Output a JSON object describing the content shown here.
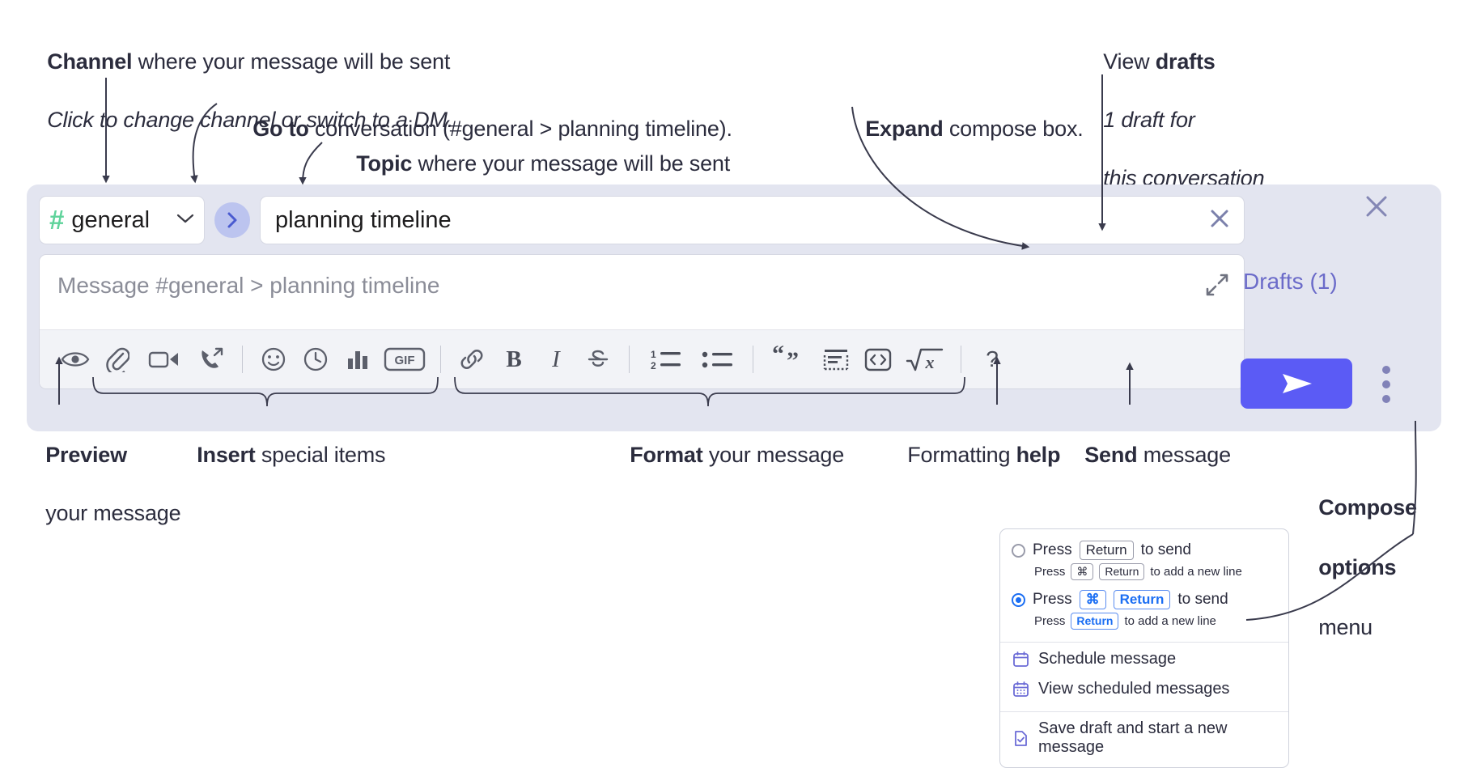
{
  "annotations": {
    "channel": {
      "bold": "Channel",
      "rest": " where your message will be sent",
      "italic": "Click to change channel or switch to a DM."
    },
    "goto": {
      "bold": "Go to",
      "rest": " conversation (#general > planning timeline)."
    },
    "topic": {
      "bold": "Topic",
      "rest": " where your message will be sent"
    },
    "expand": {
      "bold": "Expand",
      "rest": " compose box."
    },
    "drafts": {
      "bold_lead": "View ",
      "bold": "drafts",
      "italic_line1": "1 draft for",
      "italic_line2": "this conversation"
    },
    "preview": {
      "bold": "Preview",
      "rest": "your message"
    },
    "insert": {
      "bold": "Insert",
      "rest": " special items"
    },
    "format": {
      "bold": "Format",
      "rest": " your message"
    },
    "help": {
      "lead": "Formatting ",
      "bold": "help"
    },
    "send": {
      "bold": "Send",
      "rest": " message"
    },
    "compose_options": {
      "bold_line1": "Compose",
      "bold_line2": "options",
      "rest": "menu"
    }
  },
  "compose": {
    "channel": {
      "hash": "#",
      "name": "general",
      "chevron": "chevron-down-icon"
    },
    "goto_button": "goto-conversation-icon",
    "topic": {
      "value": "planning timeline",
      "clear": "clear-icon"
    },
    "message": {
      "placeholder": "Message #general > planning timeline",
      "expand": "expand-icon"
    },
    "drafts_link": "Drafts (1)",
    "close": "close-icon",
    "send": "send-icon",
    "kebab": "compose-options-icon",
    "toolbar": [
      {
        "name": "preview-icon",
        "label": "Preview"
      },
      {
        "name": "attachment-icon",
        "label": "Attach file"
      },
      {
        "name": "video-icon",
        "label": "Record video clip"
      },
      {
        "name": "audio-icon",
        "label": "Record audio clip"
      },
      {
        "name": "divider",
        "label": ""
      },
      {
        "name": "emoji-icon",
        "label": "Emoji"
      },
      {
        "name": "reminder-icon",
        "label": "Reminder"
      },
      {
        "name": "poll-icon",
        "label": "Poll"
      },
      {
        "name": "gif-icon",
        "label": "GIF"
      },
      {
        "name": "divider",
        "label": ""
      },
      {
        "name": "link-icon",
        "label": "Link"
      },
      {
        "name": "bold-icon",
        "label": "B"
      },
      {
        "name": "italic-icon",
        "label": "I"
      },
      {
        "name": "strikethrough-icon",
        "label": "Strikethrough"
      },
      {
        "name": "divider",
        "label": ""
      },
      {
        "name": "ordered-list-icon",
        "label": "Ordered list"
      },
      {
        "name": "bulleted-list-icon",
        "label": "Bulleted list"
      },
      {
        "name": "divider",
        "label": ""
      },
      {
        "name": "blockquote-icon",
        "label": "Blockquote"
      },
      {
        "name": "code-block-icon",
        "label": "Code block"
      },
      {
        "name": "code-icon",
        "label": "Code"
      },
      {
        "name": "math-icon",
        "label": "Math"
      },
      {
        "name": "divider",
        "label": ""
      },
      {
        "name": "help-icon",
        "label": "?"
      }
    ]
  },
  "menu": {
    "option1": {
      "selected": false,
      "press": "Press",
      "key": "Return",
      "to_send": "to send",
      "sub_press": "Press",
      "sub_key1": "⌘",
      "sub_key2": "Return",
      "sub_tail": "to add a new line"
    },
    "option2": {
      "selected": true,
      "press": "Press",
      "key1": "⌘",
      "key2": "Return",
      "to_send": "to send",
      "sub_press": "Press",
      "sub_key": "Return",
      "sub_tail": "to add a new line"
    },
    "items": [
      {
        "icon": "calendar-icon",
        "label": "Schedule message"
      },
      {
        "icon": "calendar-grid-icon",
        "label": "View scheduled messages"
      },
      {
        "icon": "save-draft-icon",
        "label": "Save draft and start a new message"
      }
    ]
  },
  "colors": {
    "panel_bg": "#e3e5f0",
    "send_button": "#5b5bf5",
    "hash_green": "#5fd39b",
    "drafts_purple": "#6b6bc9",
    "goto_circle": "#bcc4ef",
    "menu_icon_purple": "#6b6bd6",
    "radio_blue": "#1b6ef3"
  }
}
